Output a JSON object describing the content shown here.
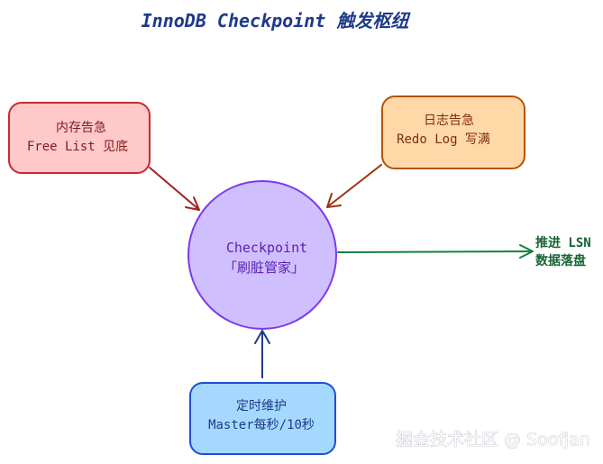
{
  "title": "InnoDB Checkpoint 触发枢纽",
  "nodes": {
    "memory": {
      "line1": "内存告急",
      "line2": "Free List 见底",
      "fill": "#ffc9c9",
      "stroke": "#c92a2a"
    },
    "log": {
      "line1": "日志告急",
      "line2": "Redo Log 写满",
      "fill": "#ffd8a8",
      "stroke": "#b45309"
    },
    "timer": {
      "line1": "定时维护",
      "line2": "Master每秒/10秒",
      "fill": "#a5d8ff",
      "stroke": "#1d4ed8"
    },
    "checkpoint": {
      "line1": "Checkpoint",
      "line2": "「刷脏管家」",
      "fill": "#d0bfff",
      "stroke": "#7c3aed"
    }
  },
  "output": {
    "line1": "推进 LSN",
    "line2": "数据落盘",
    "color": "#15803d"
  },
  "colors": {
    "arrow_memory": "#a61e1e",
    "arrow_log": "#9a3412",
    "arrow_timer": "#1e3a8a"
  },
  "watermark": "掘金技术社区 @ Soofjan"
}
